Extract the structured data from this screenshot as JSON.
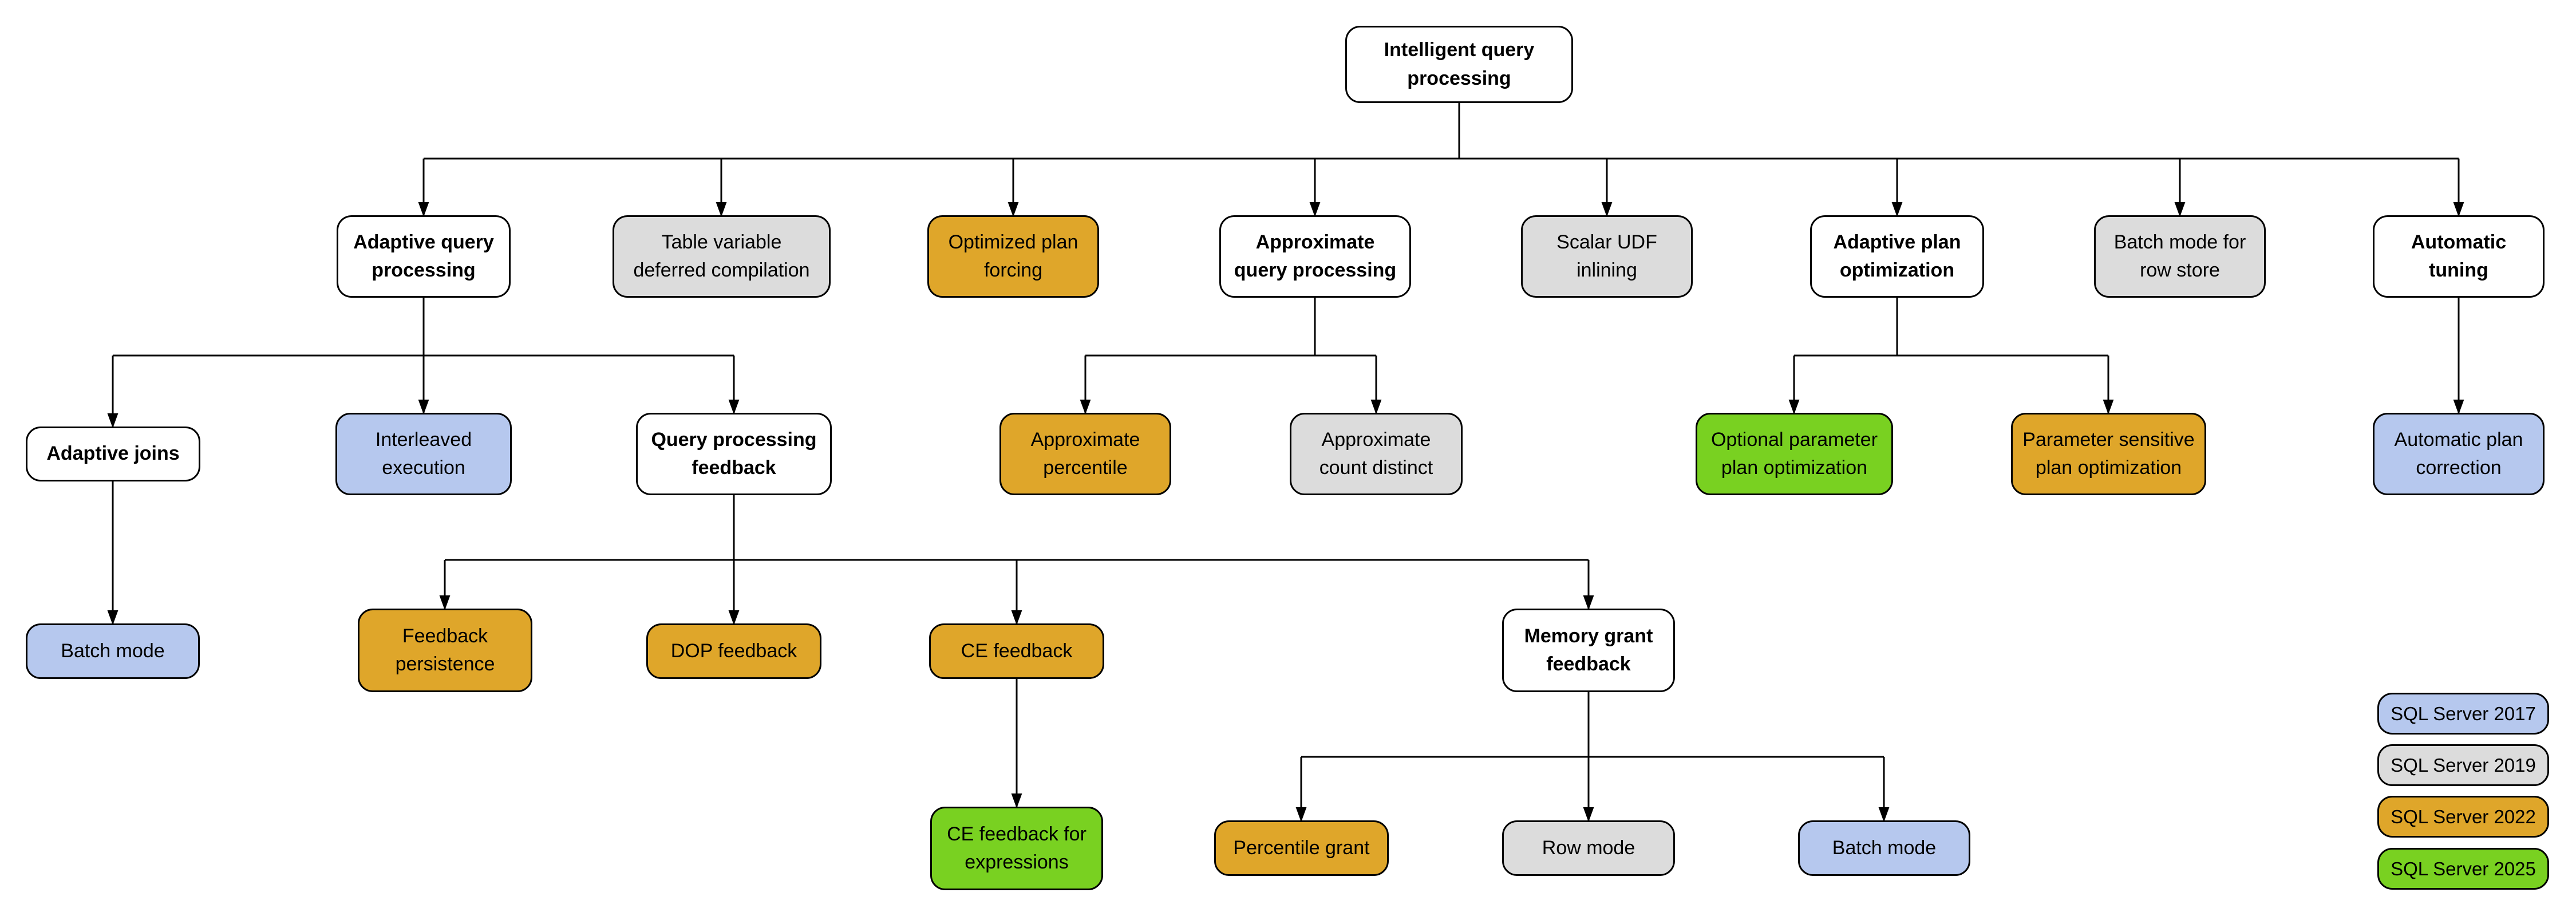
{
  "diagram_title": "Intelligent query processing",
  "colors": {
    "feature": "#FFFFFF",
    "sql2017": "#B6C8EE",
    "sql2019": "#DCDCDC",
    "sql2022": "#DFA62A",
    "sql2025": "#79D121",
    "line": "#000000"
  },
  "nodes": [
    {
      "id": "intelligent-query-processing",
      "label": "Intelligent query\nprocessing",
      "version": "feature"
    },
    {
      "id": "adaptive-query-processing",
      "label": "Adaptive query\nprocessing",
      "version": "feature"
    },
    {
      "id": "table-variable-deferred-compilation",
      "label": "Table variable\ndeferred compilation",
      "version": "sql2019"
    },
    {
      "id": "optimized-plan-forcing",
      "label": "Optimized plan\nforcing",
      "version": "sql2022"
    },
    {
      "id": "approximate-query-processing",
      "label": "Approximate\nquery processing",
      "version": "feature"
    },
    {
      "id": "scalar-udf-inlining",
      "label": "Scalar UDF\ninlining",
      "version": "sql2019"
    },
    {
      "id": "adaptive-plan-optimization",
      "label": "Adaptive plan\noptimization",
      "version": "feature"
    },
    {
      "id": "batch-mode-for-row-store",
      "label": "Batch mode for\nrow store",
      "version": "sql2019"
    },
    {
      "id": "automatic-tuning",
      "label": "Automatic\ntuning",
      "version": "feature"
    },
    {
      "id": "adaptive-joins",
      "label": "Adaptive joins",
      "version": "feature"
    },
    {
      "id": "interleaved-execution",
      "label": "Interleaved\nexecution",
      "version": "sql2017"
    },
    {
      "id": "query-processing-feedback",
      "label": "Query processing\nfeedback",
      "version": "feature"
    },
    {
      "id": "approximate-percentile",
      "label": "Approximate\npercentile",
      "version": "sql2022"
    },
    {
      "id": "approximate-count-distinct",
      "label": "Approximate\ncount distinct",
      "version": "sql2019"
    },
    {
      "id": "optional-parameter-plan-optimization",
      "label": "Optional parameter\nplan optimization",
      "version": "sql2025"
    },
    {
      "id": "parameter-sensitive-plan-optimization",
      "label": "Parameter sensitive\nplan optimization",
      "version": "sql2022"
    },
    {
      "id": "automatic-plan-correction",
      "label": "Automatic plan\ncorrection",
      "version": "sql2017"
    },
    {
      "id": "batch-mode-adaptive-joins",
      "label": "Batch mode",
      "version": "sql2017"
    },
    {
      "id": "feedback-persistence",
      "label": "Feedback\npersistence",
      "version": "sql2022"
    },
    {
      "id": "dop-feedback",
      "label": "DOP feedback",
      "version": "sql2022"
    },
    {
      "id": "ce-feedback",
      "label": "CE feedback",
      "version": "sql2022"
    },
    {
      "id": "memory-grant-feedback",
      "label": "Memory grant\nfeedback",
      "version": "feature"
    },
    {
      "id": "ce-feedback-for-expressions",
      "label": "CE feedback for\nexpressions",
      "version": "sql2025"
    },
    {
      "id": "percentile-grant",
      "label": "Percentile grant",
      "version": "sql2022"
    },
    {
      "id": "row-mode",
      "label": "Row mode",
      "version": "sql2019"
    },
    {
      "id": "batch-mode-memory-grant",
      "label": "Batch mode",
      "version": "sql2017"
    }
  ],
  "legend": {
    "items": [
      {
        "label": "SQL Server 2017",
        "version": "sql2017"
      },
      {
        "label": "SQL Server 2019",
        "version": "sql2019"
      },
      {
        "label": "SQL Server 2022",
        "version": "sql2022"
      },
      {
        "label": "SQL Server 2025",
        "version": "sql2025"
      }
    ]
  }
}
